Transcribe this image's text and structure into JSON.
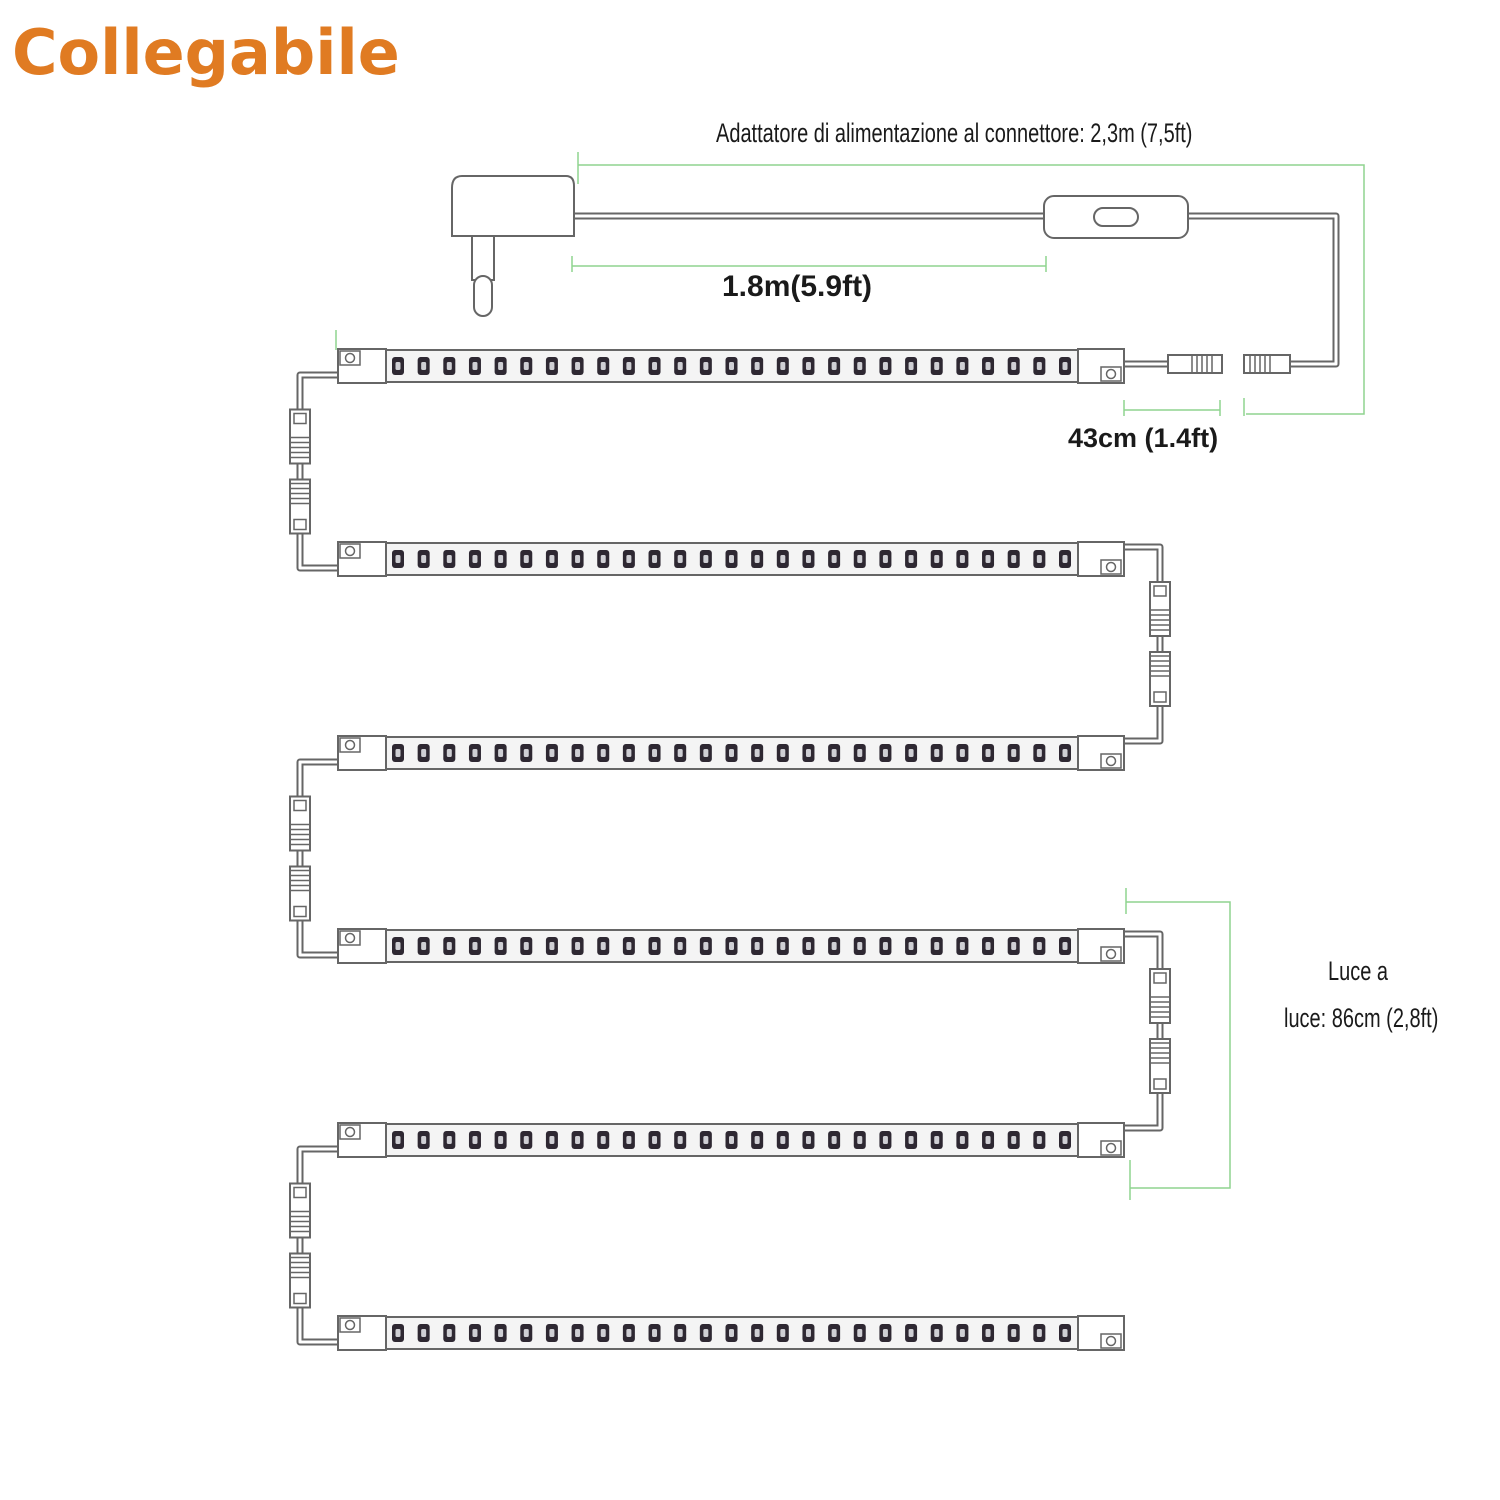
{
  "title": "Collegabile",
  "colors": {
    "title": "#e07b22",
    "outline": "#666666",
    "led": "#2e2832",
    "strip_fill": "#f4f4f4",
    "dimension_line": "#8fd48f"
  },
  "labels": {
    "adapter_to_connector": "Adattatore di alimentazione al connettore: 2,3m (7,5ft)",
    "cable_length": "1.8m(5.9ft)",
    "short_cable": "43cm  (1.4ft)",
    "span_line1": "Luce a",
    "span_line2": "luce: 86cm (2,8ft)"
  },
  "diagram": {
    "strip_count": 6,
    "leds_per_strip": 27,
    "components": [
      "power-adapter",
      "inline-switch",
      "dc-connector",
      "led-strip"
    ]
  }
}
